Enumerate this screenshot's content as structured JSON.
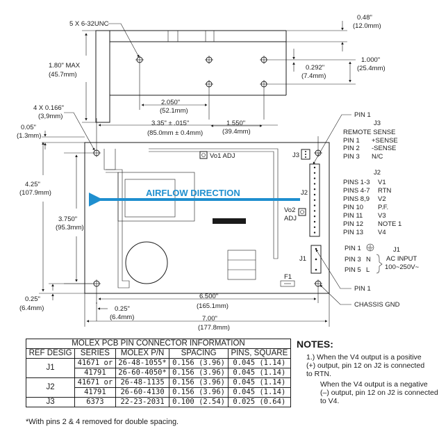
{
  "side_view": {
    "screw_callout": "5 X 6-32UNC",
    "height_in": "1.80\" MAX",
    "height_mm": "(45.7mm)",
    "top_offset_in": "0.48\"",
    "top_offset_mm": "(12.0mm)",
    "right_in": "1.000\"",
    "right_mm": "(25.4mm)",
    "hole_offset_in": "0.292\"",
    "hole_offset_mm": "(7.4mm)",
    "hole_span_in": "2.050\"",
    "hole_span_mm": "(52.1mm)",
    "hole_span2_in": "1.550\"",
    "hole_span2_mm": "(39.4mm)"
  },
  "top_view": {
    "corner_holes_in": "4 X 0.166\"",
    "corner_holes_mm": "(3,9mm)",
    "edge_in": "0.05\"",
    "edge_mm": "(1.3mm)",
    "hole_x_in": "3.35\" ± .015\"",
    "hole_x_mm": "(85.0mm ± 0.4mm)",
    "width_h_in": "4.25\"",
    "width_h_mm": "(107.9mm)",
    "hole_y_in": "3.750\"",
    "hole_y_mm": "(95.3mm)",
    "bottom_in": "0.25\"",
    "bottom_mm": "(6.4mm)",
    "left_in": "0.25\"",
    "left_mm": "(6.4mm)",
    "length1_in": "6.500\"",
    "length1_mm": "(165.1mm)",
    "length2_in": "7.00\"",
    "length2_mm": "(177.8mm)",
    "vo1": "Vo1 ADJ",
    "vo2a": "Vo2",
    "vo2b": "ADJ",
    "airflow": "AIRFLOW DIRECTION",
    "f1": "F1",
    "j1": "J1",
    "j2": "J2",
    "j3": "J3",
    "pin1_top": "PIN 1",
    "pin1_bottom": "PIN 1",
    "chassis": "CHASSIS GND"
  },
  "j3_block": {
    "title": "J3",
    "subtitle": "REMOTE SENSE",
    "rows": [
      {
        "pin": "PIN 1",
        "fn": "+SENSE"
      },
      {
        "pin": "PIN 2",
        "fn": "-SENSE"
      },
      {
        "pin": "PIN 3",
        "fn": "N/C"
      }
    ]
  },
  "j2_block": {
    "title": "J2",
    "rows": [
      {
        "pin": "PINS 1-3",
        "fn": "V1"
      },
      {
        "pin": "PINS 4-7",
        "fn": "RTN"
      },
      {
        "pin": "PINS 8,9",
        "fn": "V2"
      },
      {
        "pin": "PIN 10",
        "fn": "P.F."
      },
      {
        "pin": "PIN 11",
        "fn": "V3"
      },
      {
        "pin": "PIN 12",
        "fn": "NOTE 1"
      },
      {
        "pin": "PIN 13",
        "fn": "V4"
      }
    ]
  },
  "j1_block": {
    "title": "J1",
    "rows": [
      {
        "pin": "PIN 1",
        "fn": ""
      },
      {
        "pin": "PIN 3",
        "fn": "N"
      },
      {
        "pin": "PIN 5",
        "fn": "L"
      }
    ],
    "input1": "AC INPUT",
    "input2": "100~250V~"
  },
  "table": {
    "title": "MOLEX PCB PIN CONNECTOR INFORMATION",
    "headers": [
      "REF DESIG",
      "SERIES",
      "MOLEX P/N",
      "SPACING",
      "PINS, SQUARE"
    ],
    "groups": [
      {
        "ref": "J1",
        "rows": [
          [
            "41671 or",
            "26-48-1055*",
            "0.156 (3.96)",
            "0.045 (1.14)"
          ],
          [
            "41791",
            "26-60-4050*",
            "0.156 (3.96)",
            "0.045 (1.14)"
          ]
        ]
      },
      {
        "ref": "J2",
        "rows": [
          [
            "41671 or",
            "26-48-1135",
            "0.156 (3.96)",
            "0.045 (1.14)"
          ],
          [
            "41791",
            "26-60-4130",
            "0.156 (3.96)",
            "0.045 (1.14)"
          ]
        ]
      },
      {
        "ref": "J3",
        "rows": [
          [
            "6373",
            "22-23-2031",
            "0.100 (2.54)",
            "0.025 (0.64)"
          ]
        ]
      }
    ],
    "footnote": "*With pins 2 & 4 removed for double spacing."
  },
  "notes": {
    "title": "NOTES:",
    "note1": "1.) When the V4 output is a positive (+) output, pin 12 on J2 is connected to RTN.",
    "note1b": "When the V4 output is a negative (–) output, pin 12 on J2 is connected to V4."
  },
  "colors": {
    "airflow": "#1f8fcf",
    "ink": "#1a1a1a"
  }
}
